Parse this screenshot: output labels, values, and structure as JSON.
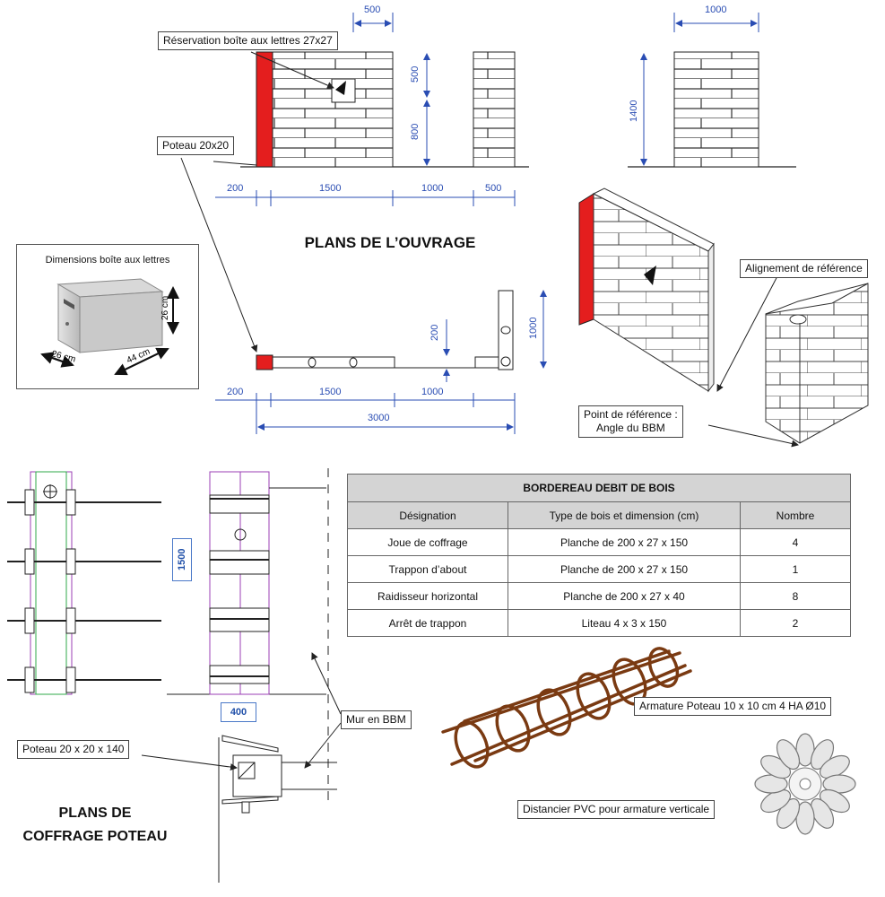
{
  "callouts": {
    "reservation": "Réservation boîte aux lettres 27x27",
    "poteau_20x20": "Poteau 20x20",
    "alignement": "Alignement de référence",
    "point_reference_l1": "Point de référence :",
    "point_reference_l2": "Angle du BBM",
    "mur_bbm": "Mur en BBM",
    "poteau_20x20x140": "Poteau 20 x 20 x 140",
    "armature": "Armature Poteau 10 x 10 cm 4 HA Ø10",
    "distancier": "Distancier PVC pour armature verticale"
  },
  "titles": {
    "ouvrage": "PLANS DE L’OUVRAGE",
    "coffrage_l1": "PLANS DE",
    "coffrage_l2": "COFFRAGE POTEAU"
  },
  "mailbox": {
    "caption": "Dimensions boîte aux lettres",
    "height": "26 cm",
    "width": "26 cm",
    "depth": "44 cm"
  },
  "elevation_dims": {
    "top_500": "500",
    "top_1000": "1000",
    "v_500": "500",
    "v_800": "800",
    "v_1400": "1400",
    "b_200": "200",
    "b_1500": "1500",
    "b_1000": "1000",
    "b_500": "500"
  },
  "plan_dims": {
    "v_200": "200",
    "v_1000": "1000",
    "b_200": "200",
    "b_1500": "1500",
    "b_1000": "1000",
    "total_3000": "3000"
  },
  "formwork_dims": {
    "height_1500": "1500",
    "width_400": "400"
  },
  "table": {
    "title": "BORDEREAU DEBIT DE BOIS",
    "headers": [
      "Désignation",
      "Type de bois et dimension (cm)",
      "Nombre"
    ],
    "rows": [
      [
        "Joue de coffrage",
        "Planche de 200 x 27 x 150",
        "4"
      ],
      [
        "Trappon d’about",
        "Planche de 200 x 27 x 150",
        "1"
      ],
      [
        "Raidisseur horizontal",
        "Planche de 200 x 27 x 40",
        "8"
      ],
      [
        "Arrêt de trappon",
        "Liteau 4 x 3 x 150",
        "2"
      ]
    ]
  },
  "colors": {
    "poteau_red": "#e41e1e",
    "dimension_blue": "#2a4db3",
    "rebar_brown": "#7a3a12",
    "formwork_purple": "#9b3fb6",
    "table_header_grey": "#d4d4d4"
  }
}
